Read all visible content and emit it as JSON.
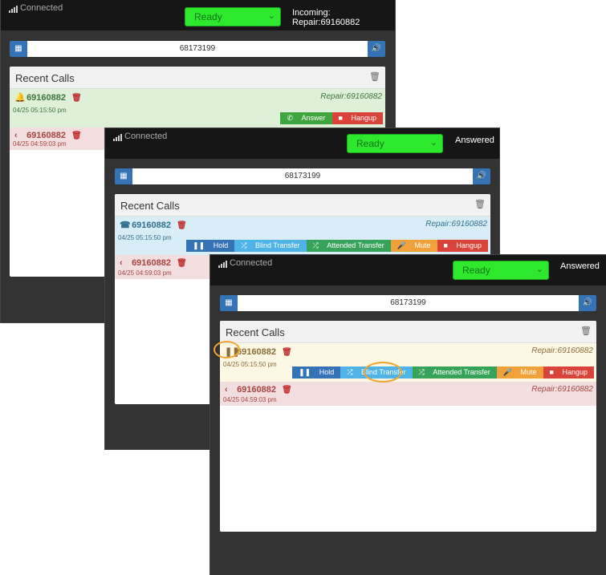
{
  "panels": [
    {
      "connection": "Connected",
      "ready_label": "Ready",
      "status": "Incoming: Repair:69160882",
      "dial_number": "68173199",
      "recent_title": "Recent Calls",
      "calls": [
        {
          "number": "69160882",
          "time": "04/25 05:15:50 pm",
          "label": "Repair:69160882",
          "icon": "bell-icon"
        },
        {
          "number": "69160882",
          "time": "04/25 04:59:03 pm",
          "icon": "chevron-left-icon"
        }
      ],
      "actions": [
        "Answer",
        "Hangup"
      ]
    },
    {
      "connection": "Connected",
      "ready_label": "Ready",
      "status": "Answered",
      "dial_number": "68173199",
      "recent_title": "Recent Calls",
      "calls": [
        {
          "number": "69160882",
          "time": "04/25 05:15:50 pm",
          "label": "Repair:69160882",
          "icon": "phone-icon"
        },
        {
          "number": "69160882",
          "time": "04/25 04:59:03 pm",
          "icon": "chevron-left-icon"
        }
      ],
      "actions": [
        "Hold",
        "Blind Transfer",
        "Attended Transfer",
        "Mute",
        "Hangup"
      ]
    },
    {
      "connection": "Connected",
      "ready_label": "Ready",
      "status": "Answered",
      "dial_number": "68173199",
      "recent_title": "Recent Calls",
      "calls": [
        {
          "number": "69160882",
          "time": "04/25 05:15:50 pm",
          "label": "Repair:69160882",
          "icon": "pause-icon"
        },
        {
          "number": "69160882",
          "time": "04/25 04:59:03 pm",
          "label": "Repair:69160882",
          "icon": "chevron-left-icon"
        }
      ],
      "actions": [
        "Hold",
        "Blind Transfer",
        "Attended Transfer",
        "Mute",
        "Hangup"
      ]
    }
  ],
  "colors": {
    "ready": "#2ee82e",
    "answer": "#3fa63f",
    "hangup": "#d9433a",
    "hold": "#3473b6",
    "blind_transfer": "#4fb3e6",
    "attended_transfer": "#37a35a",
    "mute": "#f0a13a",
    "highlight_ring": "#f2a42f"
  }
}
